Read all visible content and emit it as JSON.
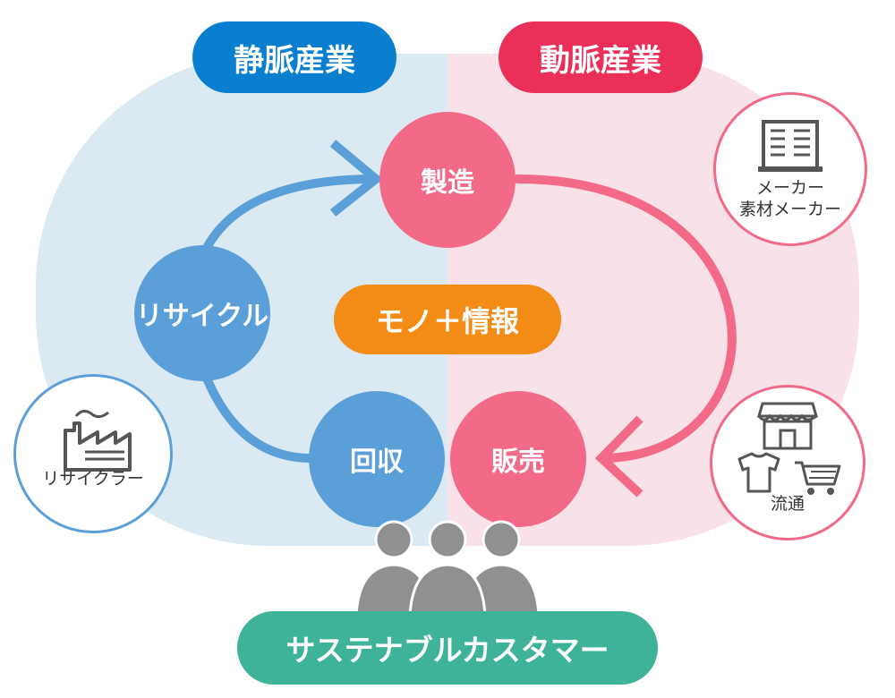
{
  "left_header": "静脈産業",
  "right_header": "動脈産業",
  "center_label": "モノ＋情報",
  "bottom_label": "サステナブルカスタマー",
  "cycle": {
    "manufacture": "製造",
    "recycle": "リサイクル",
    "collect": "回収",
    "sales": "販売"
  },
  "actors": {
    "maker_line1": "メーカー",
    "maker_line2": "素材メーカー",
    "recycler": "リサイクラー",
    "distribution": "流通"
  },
  "colors": {
    "left_bg": "#dbeaf2",
    "right_bg": "#f9e1ea",
    "left_header": "#0a7fd0",
    "right_header": "#ea3059",
    "blue_node": "#5b9fd8",
    "pink_node": "#f26a88",
    "orange": "#f38b17",
    "teal": "#3fb39a",
    "people": "#8f9090"
  }
}
